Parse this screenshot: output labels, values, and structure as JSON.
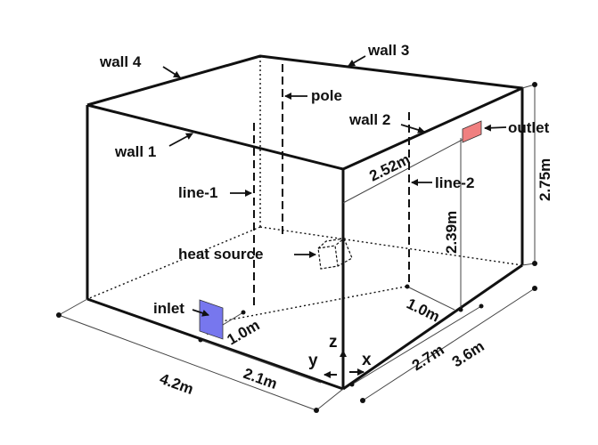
{
  "colors": {
    "inlet": "#7777ee",
    "outlet": "#f08080",
    "edge": "#111111",
    "dim": "#444444"
  },
  "labels": {
    "wall1": "wall 1",
    "wall2": "wall 2",
    "wall3": "wall 3",
    "wall4": "wall 4",
    "pole": "pole",
    "line1": "line-1",
    "line2": "line-2",
    "heat_source": "heat source",
    "inlet": "inlet",
    "outlet": "outlet",
    "axis_x": "x",
    "axis_y": "y",
    "axis_z": "z"
  },
  "dimensions": {
    "length_4_2": "4.2m",
    "length_2_1": "2.1m",
    "width_3_6": "3.6m",
    "width_2_7": "2.7m",
    "height_2_75": "2.75m",
    "height_2_39": "2.39m",
    "outlet_2_52": "2.52m",
    "inlet_1_0": "1.0m",
    "line2_1_0": "1.0m"
  }
}
